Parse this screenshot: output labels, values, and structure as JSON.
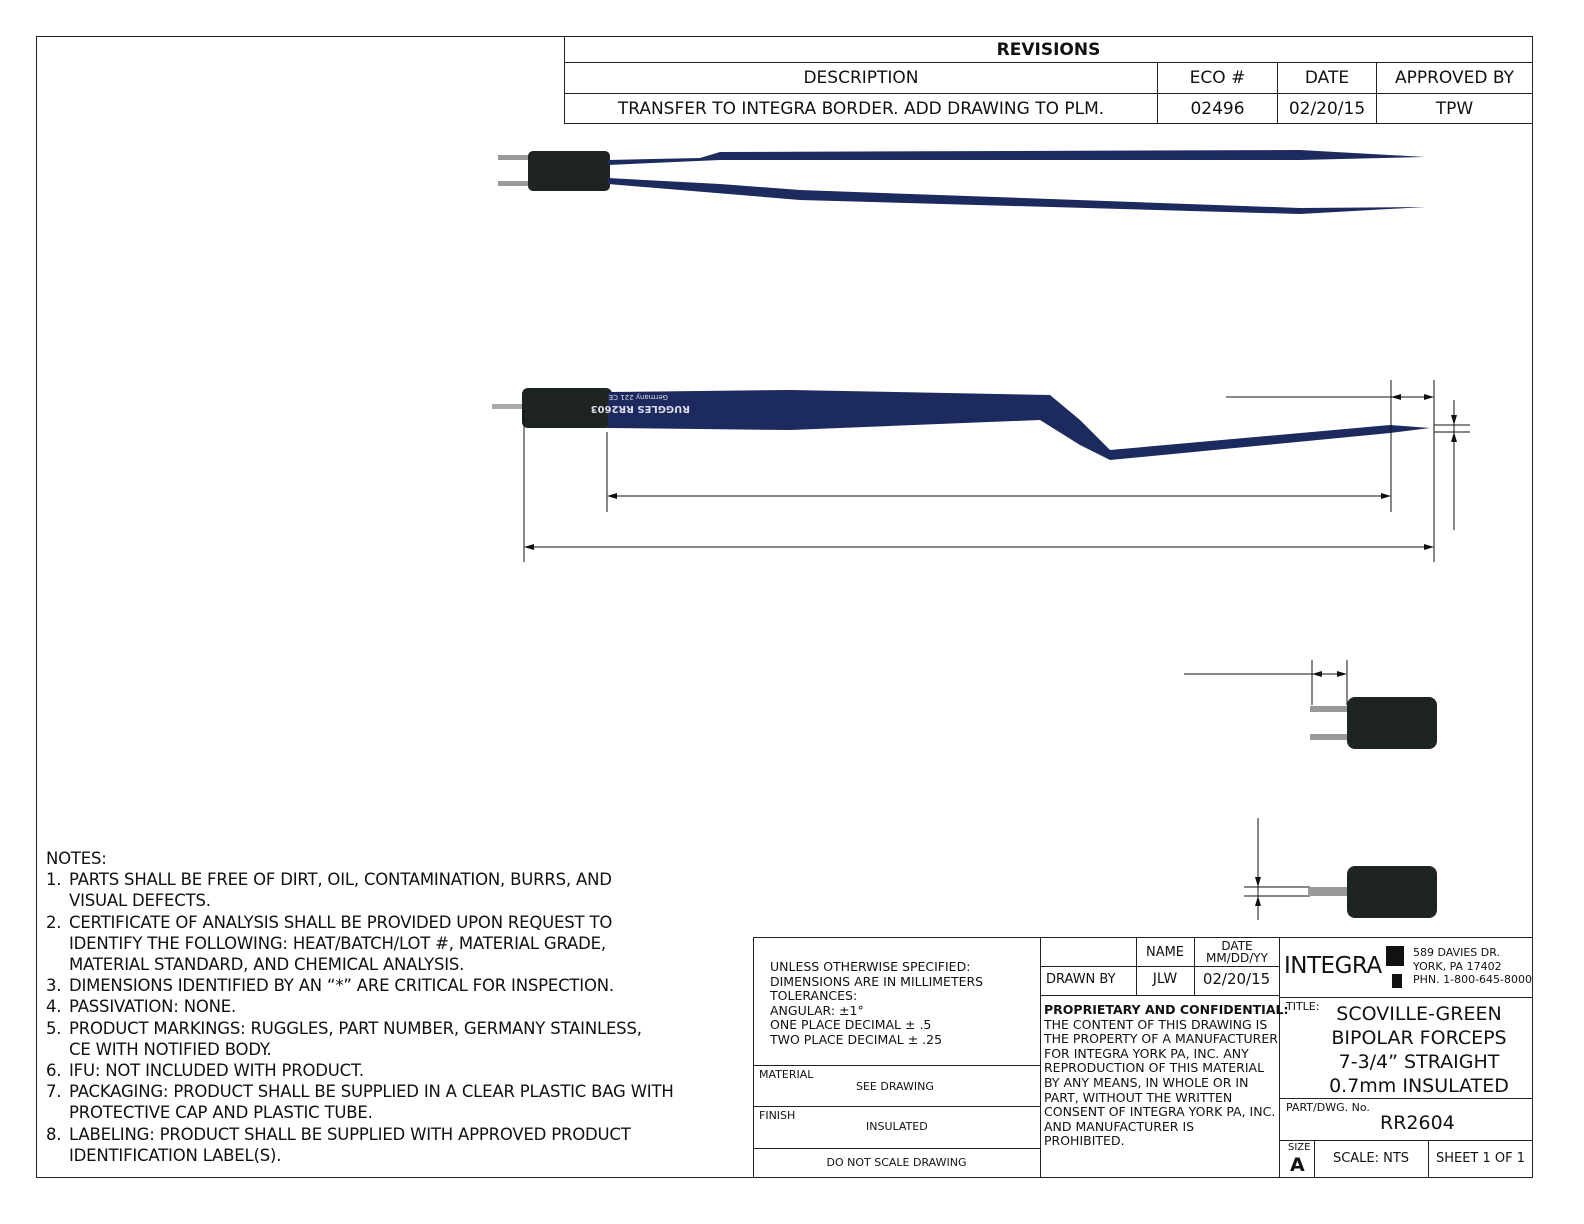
{
  "revisions": {
    "title": "REVISIONS",
    "headers": [
      "DESCRIPTION",
      "ECO #",
      "DATE",
      "APPROVED BY"
    ],
    "rows": [
      [
        "TRANSFER TO INTEGRA BORDER. ADD DRAWING TO PLM.",
        "02496",
        "02/20/15",
        "TPW"
      ]
    ]
  },
  "product_markings": {
    "line1": "RUGGLES RR2603",
    "line2": "Germany 221 CE"
  },
  "notes": {
    "heading": "NOTES:",
    "items": [
      {
        "num": "1.",
        "text": "PARTS SHALL BE FREE OF DIRT, OIL, CONTAMINATION, BURRS, AND VISUAL DEFECTS."
      },
      {
        "num": "2.",
        "text": "CERTIFICATE OF ANALYSIS SHALL BE PROVIDED UPON REQUEST TO IDENTIFY THE FOLLOWING: HEAT/BATCH/LOT #, MATERIAL GRADE, MATERIAL STANDARD, AND CHEMICAL ANALYSIS."
      },
      {
        "num": "3.",
        "text": "DIMENSIONS IDENTIFIED BY AN “*” ARE CRITICAL FOR INSPECTION."
      },
      {
        "num": "4.",
        "text": "PASSIVATION: NONE."
      },
      {
        "num": "5.",
        "text": "PRODUCT MARKINGS: RUGGLES, PART NUMBER, GERMANY STAINLESS, CE WITH NOTIFIED BODY."
      },
      {
        "num": "6.",
        "text": "IFU: NOT INCLUDED WITH PRODUCT."
      },
      {
        "num": "7.",
        "text": "PACKAGING: PRODUCT SHALL BE SUPPLIED IN A CLEAR PLASTIC BAG WITH PROTECTIVE CAP AND PLASTIC TUBE."
      },
      {
        "num": "8.",
        "text": "LABELING: PRODUCT SHALL BE SUPPLIED WITH APPROVED PRODUCT IDENTIFICATION LABEL(S)."
      }
    ]
  },
  "title_block": {
    "tolerances": [
      "UNLESS OTHERWISE SPECIFIED:",
      "DIMENSIONS ARE IN MILLIMETERS",
      "TOLERANCES:",
      "ANGULAR: ±1°",
      "ONE PLACE DECIMAL ± .5",
      "TWO PLACE DECIMAL ± .25"
    ],
    "material_label": "MATERIAL",
    "material_value": "SEE DRAWING",
    "finish_label": "FINISH",
    "finish_value": "INSULATED",
    "do_not_scale": "DO NOT SCALE DRAWING",
    "name_header": "NAME",
    "date_header": "DATE MM/DD/YY",
    "drawn_by_label": "DRAWN BY",
    "drawn_by_name": "JLW",
    "drawn_by_date": "02/20/15",
    "proprietary_heading": "PROPRIETARY AND CONFIDENTIAL:",
    "proprietary_text": "THE CONTENT OF THIS DRAWING IS THE PROPERTY OF A MANUFACTURER FOR INTEGRA YORK PA, INC. ANY REPRODUCTION OF THIS MATERIAL BY ANY MEANS, IN WHOLE OR IN PART, WITHOUT THE WRITTEN CONSENT OF INTEGRA YORK PA, INC. AND MANUFACTURER IS PROHIBITED.",
    "logo": "INTEGRA",
    "address": [
      "589 DAVIES DR.",
      "YORK, PA 17402",
      "PHN. 1-800-645-8000"
    ],
    "title_label": "TITLE:",
    "title_lines": [
      "SCOVILLE-GREEN",
      "BIPOLAR FORCEPS",
      "7-3/4” STRAIGHT",
      "0.7mm INSULATED"
    ],
    "part_label": "PART/DWG. No.",
    "part_number": "RR2604",
    "size_label": "SIZE",
    "size": "A",
    "scale": "SCALE: NTS",
    "sheet": "SHEET 1 OF 1"
  },
  "colors": {
    "instrument": "#1c2a5e",
    "connector": "#1e2420"
  }
}
